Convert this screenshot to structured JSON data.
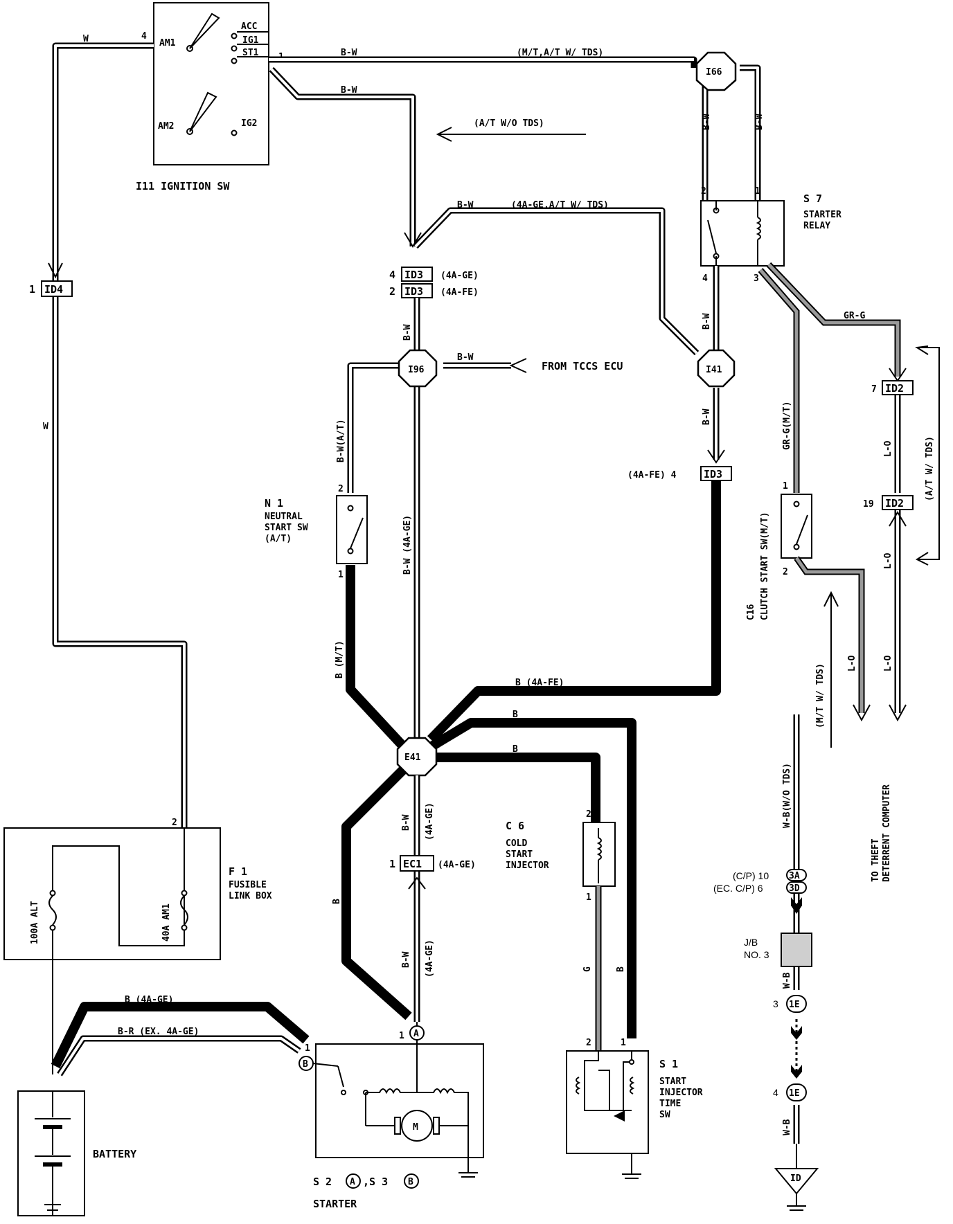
{
  "components": {
    "ignition_sw": {
      "label": "I11 IGNITION SW",
      "terminals": [
        "ACC",
        "IG1",
        "ST1",
        "AM1",
        "AM2",
        "IG2"
      ],
      "pin_am1": "4",
      "pin_st1": "1"
    },
    "starter_relay": {
      "id": "S 7",
      "name_line1": "STARTER",
      "name_line2": "RELAY",
      "pin1": "1",
      "pin2": "2",
      "pin3": "3",
      "pin4": "4"
    },
    "neutral_start_sw": {
      "id": "N 1",
      "line1": "NEUTRAL",
      "line2": "START SW",
      "line3": "(A/T)",
      "pin_top": "2",
      "pin_bottom": "1"
    },
    "clutch_start_sw": {
      "id": "C16",
      "name": "CLUTCH START SW(M/T)",
      "pin_top": "1",
      "pin_bottom": "2"
    },
    "fusible_link_box": {
      "id": "F 1",
      "line1": "FUSIBLE",
      "line2": "LINK BOX",
      "pin": "2",
      "fuse1": "100A ALT",
      "fuse2": "40A AM1"
    },
    "battery": {
      "label": "BATTERY"
    },
    "starter": {
      "label_prefix": "S 2",
      "conn_a": "A",
      "label_mid": ",S 3",
      "conn_b": "B",
      "name": "STARTER",
      "pin_a": "1",
      "pin_b": "1",
      "motor": "M"
    },
    "cold_start_injector": {
      "id": "C 6",
      "line1": "COLD",
      "line2": "START",
      "line3": "INJECTOR",
      "pin_top": "2",
      "pin_bottom": "1"
    },
    "start_injector_time_sw": {
      "id": "S 1",
      "line1": "START",
      "line2": "INJECTOR",
      "line3": "TIME",
      "line4": "SW",
      "pin_left": "2",
      "pin_right": "1"
    },
    "jb3": {
      "line1": "J/B",
      "line2": "NO. 3"
    }
  },
  "junctions": {
    "i66": "I66",
    "i96": "I96",
    "i41": "I41",
    "e41": "E41"
  },
  "connectors": {
    "id4": {
      "label": "ID4",
      "pin": "1"
    },
    "id3_a": {
      "label": "ID3",
      "pin": "4",
      "note": "(4A-GE)"
    },
    "id3_b": {
      "label": "ID3",
      "pin": "2",
      "note": "(4A-FE)"
    },
    "id3_c": {
      "label": "ID3",
      "pin_note": "(4A-FE) 4"
    },
    "id2_a": {
      "label": "ID2",
      "pin": "7"
    },
    "id2_b": {
      "label": "ID2",
      "pin": "19"
    },
    "ec1": {
      "label": "EC1",
      "pin": "1",
      "note": "(4A-GE)"
    },
    "c3a": {
      "label": "3A",
      "note": "(C/P) 10"
    },
    "c3d": {
      "label": "3D",
      "note": "(EC. C/P) 6"
    },
    "c1e_a": {
      "label": "1E",
      "pin": "3"
    },
    "c1e_b": {
      "label": "1E",
      "pin": "4"
    },
    "ground_id": {
      "label": "ID"
    }
  },
  "wire_labels": {
    "w_top": "W",
    "w_vert": "W",
    "bw_top": "B-W",
    "mt_at_tds": "(M/T,A/T W/ TDS)",
    "bw_mid": "B-W",
    "at_wo_tds": "(A/T W/O TDS)",
    "bw_i66_l": "B-W",
    "bw_i66_r": "B-W",
    "bw_4age": "B-W",
    "4age_at_tds": "(4A-GE,A/T W/ TDS)",
    "bw_id3": "B-W",
    "bw_tccs": "B-W",
    "from_tccs": "FROM TCCS ECU",
    "bw_at": "B-W(A/T)",
    "bw_4age_v": "B-W (4A-GE)",
    "bw_relay4": "B-W",
    "bw_i41": "B-W",
    "b_mt": "B (M/T)",
    "b_4afe": "B (4A-FE)",
    "b_1": "B",
    "b_2": "B",
    "b_left": "B",
    "bw_e41": "B-W",
    "4age_e41": "(4A-GE)",
    "bw_ec1": "B-W",
    "4age_ec1": "(4A-GE)",
    "b_4age_bat": "B (4A-GE)",
    "br_ex": "B-R (EX. 4A-GE)",
    "g_wire": "G",
    "b_wire": "B",
    "gr_g": "GR-G",
    "grg_mt": "GR-G(M/T)",
    "lo_1": "L-O",
    "lo_2": "L-O",
    "lo_3": "L-O",
    "lo_4": "L-O",
    "at_w_tds": "(A/T W/ TDS)",
    "mt_w_tds": "(M/T W/ TDS)",
    "wb_wo_tds": "W-B(W/O TDS)",
    "wb_1": "W-B",
    "wb_2": "W-B"
  },
  "side_note": {
    "line1": "TO THEFT",
    "line2": "DETERRENT COMPUTER"
  }
}
